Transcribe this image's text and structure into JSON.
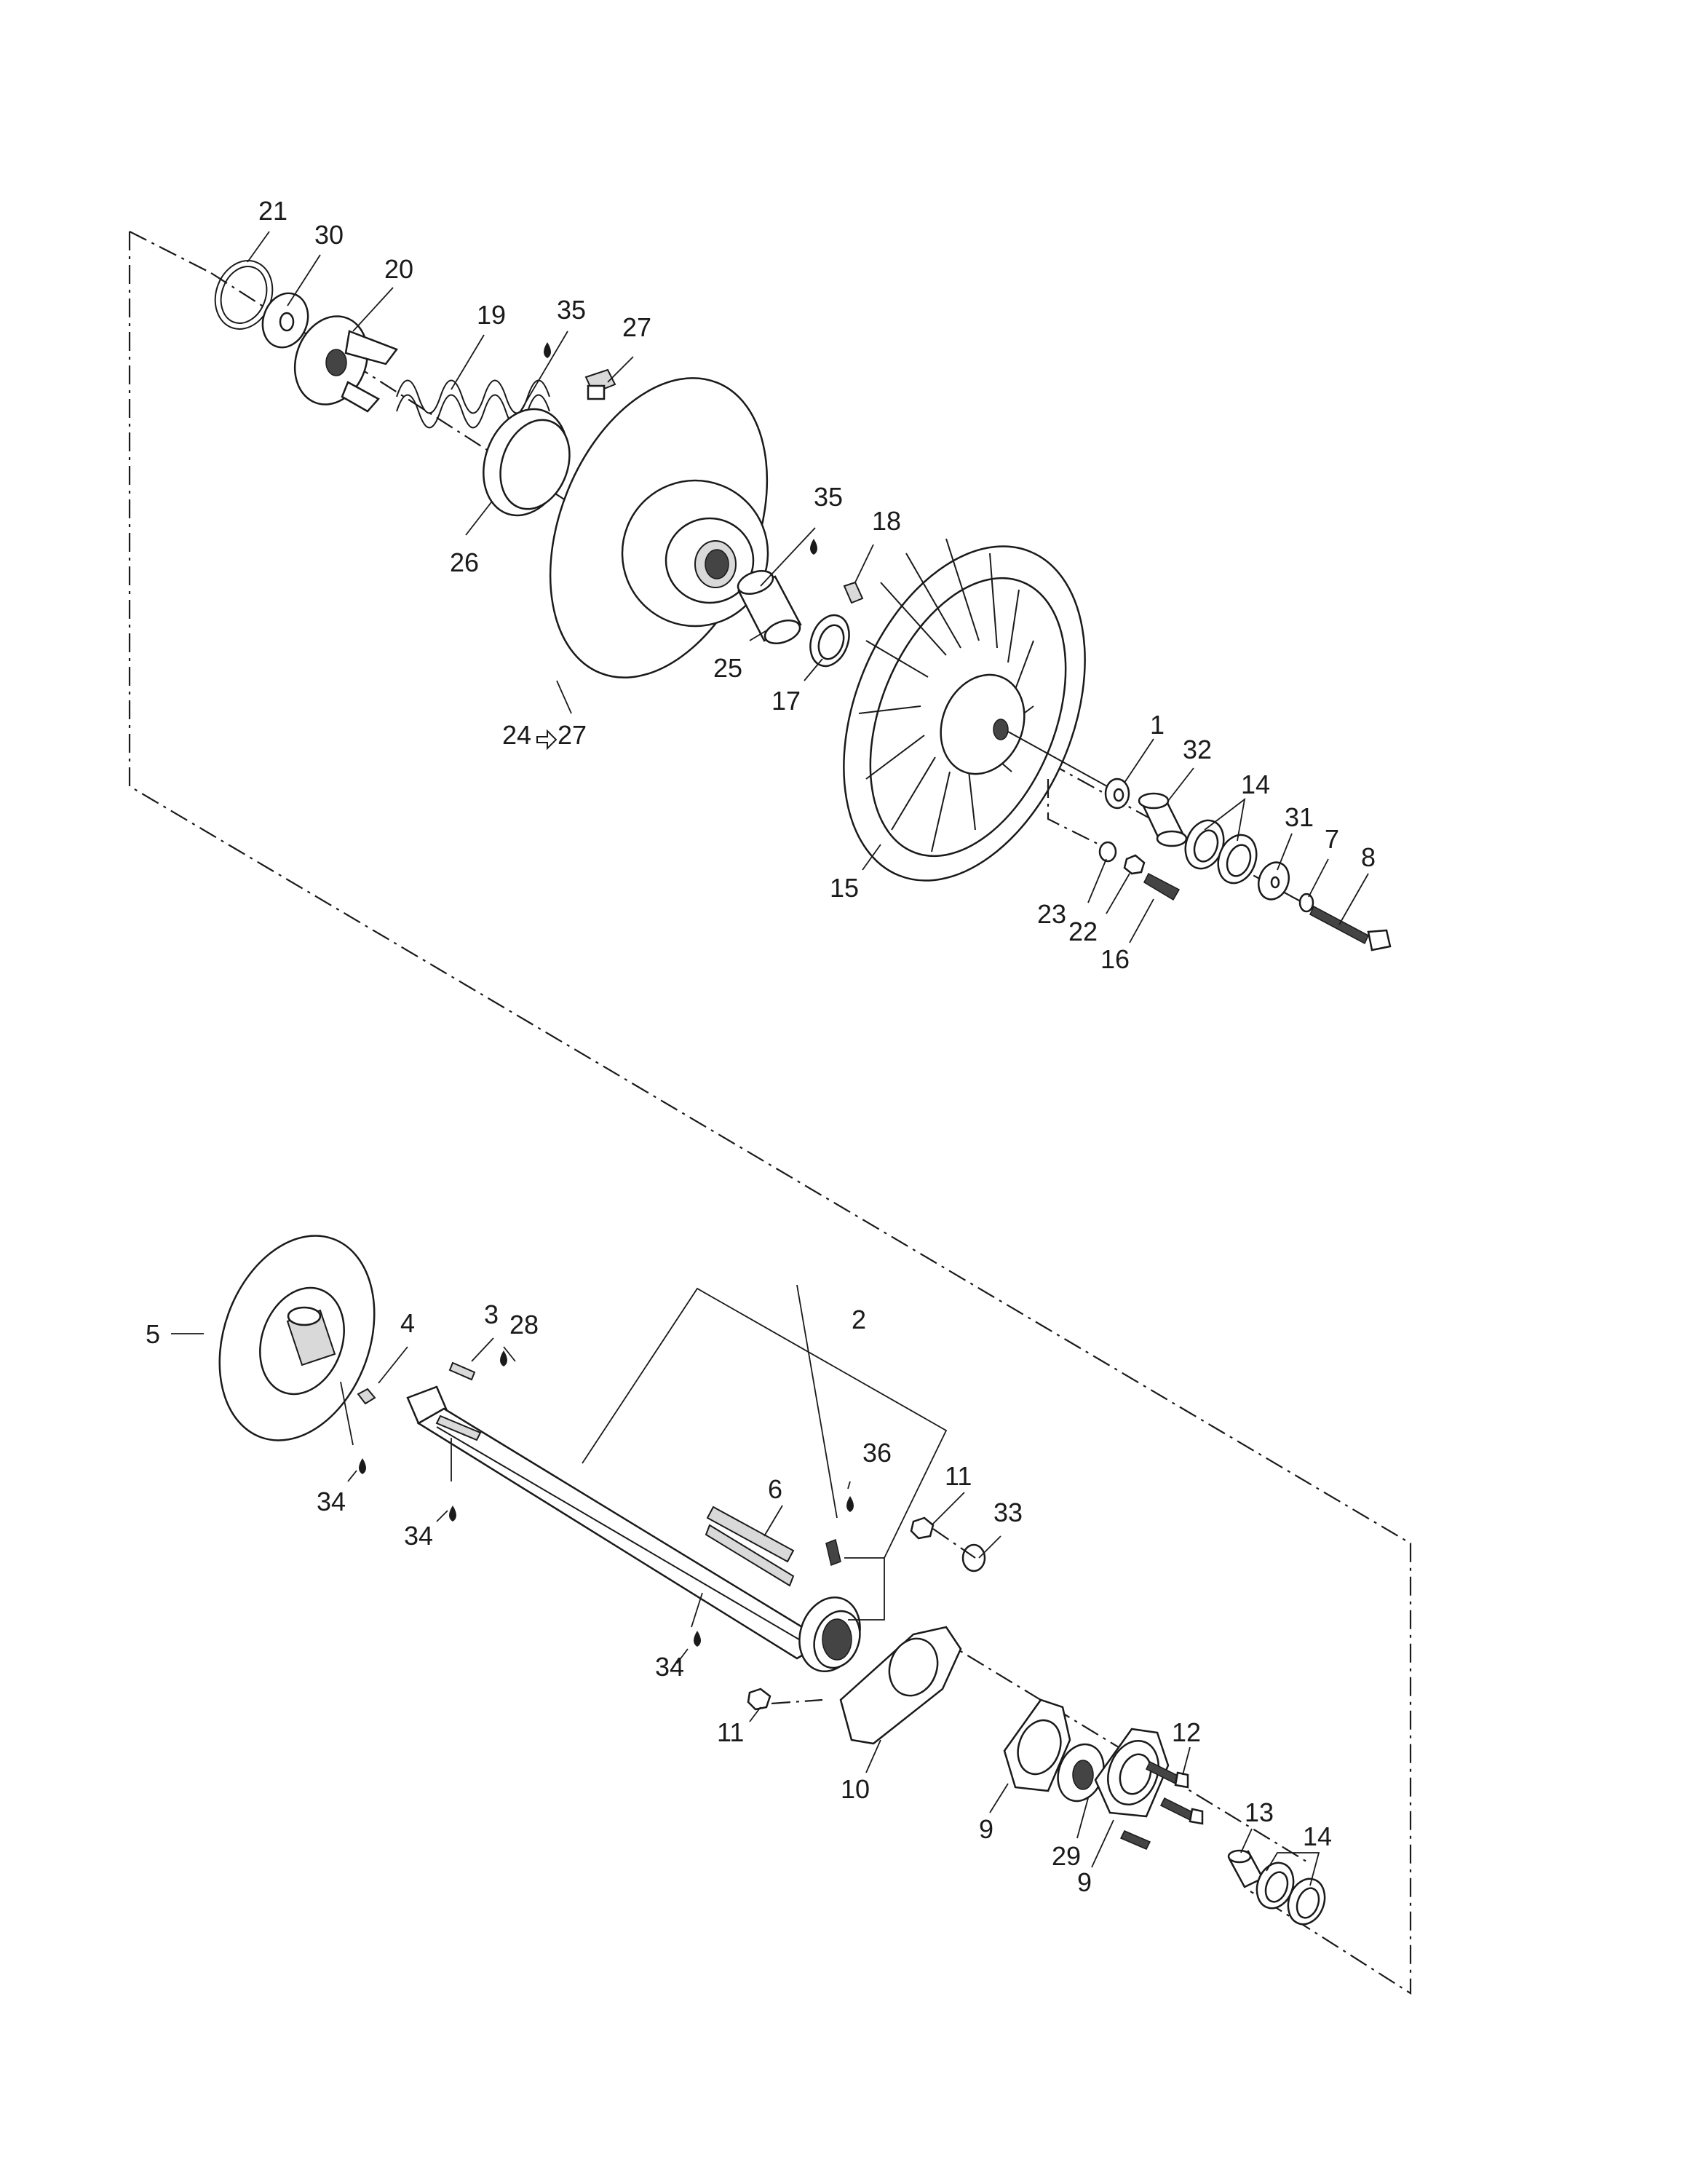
{
  "diagram": {
    "callouts": {
      "c1": "1",
      "c2": "2",
      "c3": "3",
      "c4": "4",
      "c5": "5",
      "c6": "6",
      "c7": "7",
      "c8": "8",
      "c9a": "9",
      "c9b": "9",
      "c10": "10",
      "c11a": "11",
      "c11b": "11",
      "c12": "12",
      "c13": "13",
      "c14a": "14",
      "c14b": "14",
      "c15": "15",
      "c16": "16",
      "c17": "17",
      "c18": "18",
      "c19": "19",
      "c20": "20",
      "c21": "21",
      "c22": "22",
      "c23": "23",
      "c24": "24",
      "c24end": "27",
      "c25": "25",
      "c26": "26",
      "c27": "27",
      "c28": "28",
      "c29": "29",
      "c30": "30",
      "c31": "31",
      "c32": "32",
      "c33": "33",
      "c34a": "34",
      "c34b": "34",
      "c34c": "34",
      "c35a": "35",
      "c35b": "35",
      "c36": "36"
    }
  }
}
